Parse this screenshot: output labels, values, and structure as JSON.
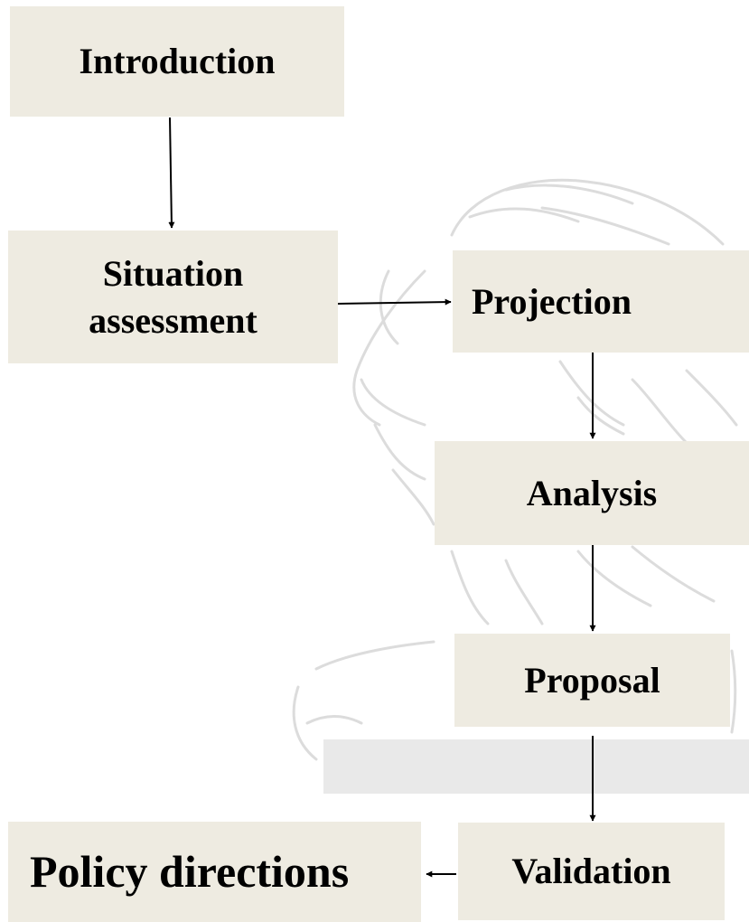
{
  "diagram": {
    "nodes": {
      "introduction": "Introduction",
      "situation_line1": "Situation",
      "situation_line2": "assessment",
      "projection": "Projection",
      "analysis": "Analysis",
      "proposal": "Proposal",
      "validation": "Validation",
      "policy": "Policy directions"
    },
    "edges": [
      {
        "from": "Introduction",
        "to": "Situation assessment"
      },
      {
        "from": "Situation assessment",
        "to": "Projection"
      },
      {
        "from": "Projection",
        "to": "Analysis"
      },
      {
        "from": "Analysis",
        "to": "Proposal"
      },
      {
        "from": "Proposal",
        "to": "Validation"
      },
      {
        "from": "Validation",
        "to": "Policy directions"
      }
    ]
  },
  "colors": {
    "box_fill": "#eeebe1",
    "text": "#000000",
    "arrow": "#000000",
    "watermark": "#d8d8d8"
  },
  "watermark": {
    "icon": "lion-icon"
  }
}
